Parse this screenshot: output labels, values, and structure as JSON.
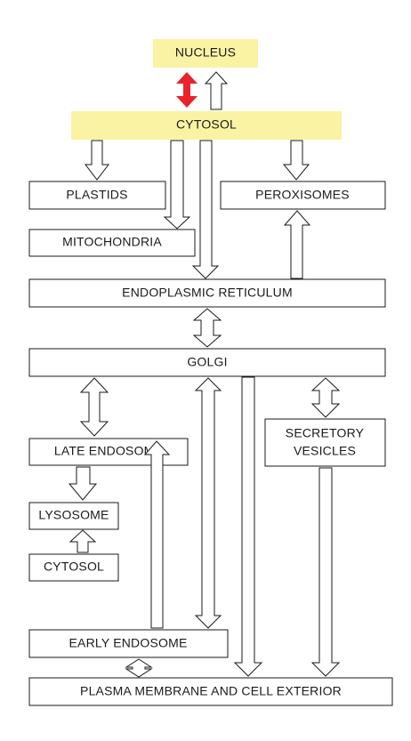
{
  "colors": {
    "highlight": "#fbf3a4",
    "red_arrow": "#e8232a",
    "stroke": "#1a1a1a"
  },
  "labels": {
    "nucleus": "NUCLEUS",
    "cytosol_top": "CYTOSOL",
    "plastids": "PLASTIDS",
    "peroxisomes": "PEROXISOMES",
    "mitochondria": "MITOCHONDRIA",
    "er": "ENDOPLASMIC RETICULUM",
    "golgi": "GOLGI",
    "late_endosome": "LATE ENDOSOME",
    "secretory_1": "SECRETORY",
    "secretory_2": "VESICLES",
    "lysosome": "LYSOSOME",
    "cytosol_bottom": "CYTOSOL",
    "early_endosome": "EARLY ENDOSOME",
    "plasma": "PLASMA MEMBRANE AND CELL EXTERIOR"
  }
}
